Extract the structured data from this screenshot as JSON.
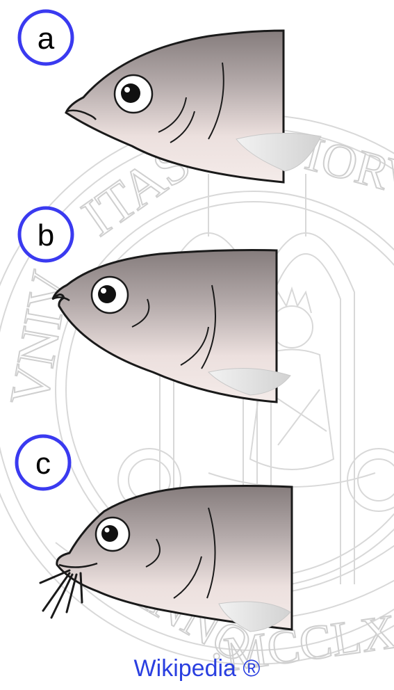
{
  "panels": [
    {
      "id": "a",
      "label": "a"
    },
    {
      "id": "b",
      "label": "b"
    },
    {
      "id": "c",
      "label": "c"
    }
  ],
  "watermark": {
    "seal_text": "UNIVERSITAS · STUDIORUM · ANNO · MCCLXX",
    "credit": "Wikipedia ®"
  },
  "colors": {
    "label_ring": "#3a3af0",
    "fish_dark": "#8a8080",
    "fish_light": "#f2e6e4",
    "fin": "#dcdcdc",
    "seal_lines": "#cfcfcf",
    "credit_text": "#2a3fe0"
  }
}
